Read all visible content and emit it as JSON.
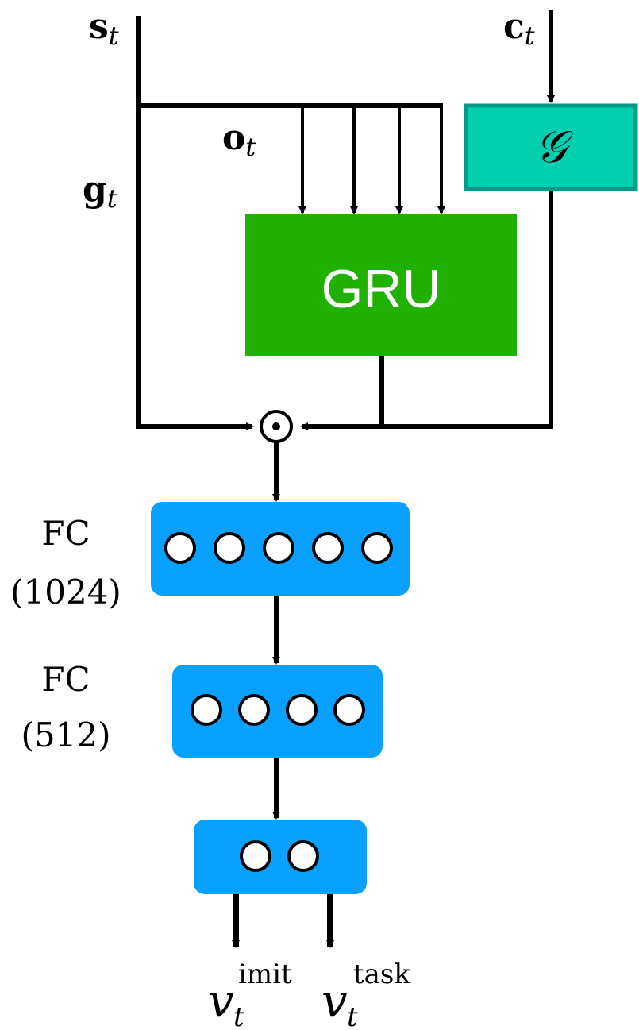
{
  "labels": {
    "s": "s",
    "s_sub": "t",
    "c": "c",
    "c_sub": "t",
    "o": "o",
    "o_sub": "t",
    "g": "g",
    "g_sub": "t"
  },
  "blocks": {
    "gate": "𝒢",
    "gru": "GRU"
  },
  "operator": {
    "symbol": "⊙"
  },
  "layers": [
    {
      "label_line1": "FC",
      "label_line2": "(1024)",
      "neurons": 5
    },
    {
      "label_line1": "FC",
      "label_line2": "(512)",
      "neurons": 4
    },
    {
      "label_line1": "",
      "label_line2": "",
      "neurons": 2
    }
  ],
  "outputs": [
    {
      "symbol": "v",
      "sub": "t",
      "sup": "imit"
    },
    {
      "symbol": "v",
      "sub": "t",
      "sup": "task"
    }
  ],
  "colors": {
    "gate_fill": "#00d0b0",
    "gate_stroke": "#00998a",
    "gru_fill": "#1fb000",
    "layer_fill": "#0aa0ff",
    "line": "#000000"
  }
}
